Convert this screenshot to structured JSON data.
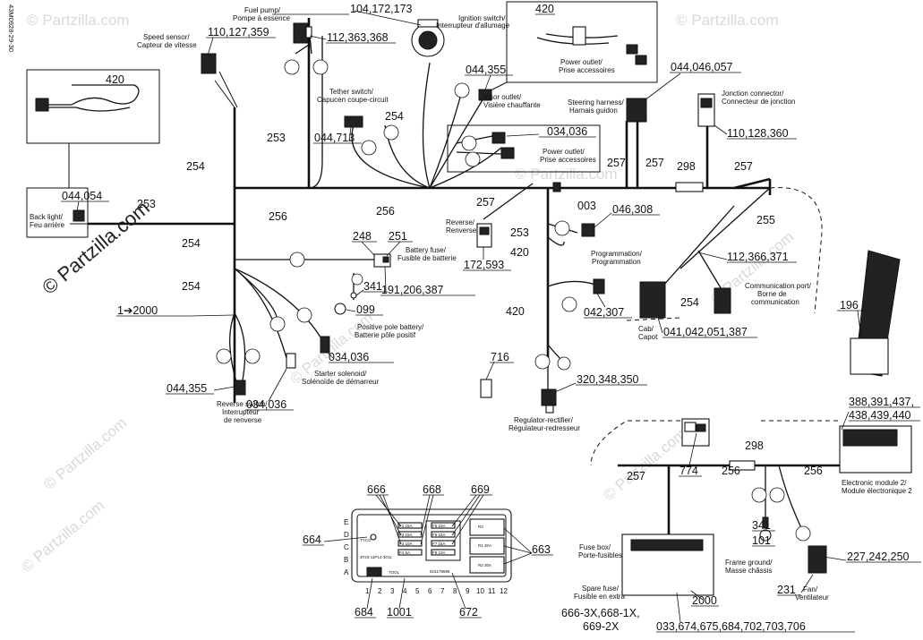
{
  "side_code": "43M0928-29-30",
  "watermarks": [
    "© Partzilla.com",
    "© Partzilla.com",
    "© Partzilla.com",
    "© Partzilla.com",
    "© Partzilla.com",
    "© Partzilla.com",
    "© Partzilla.com",
    "© Partzilla.com"
  ],
  "watermark_main": "© Partzilla.com",
  "part_numbers": {
    "speed": "110,127,359",
    "fuelpump_top": "104,172,173",
    "fuelpump": "112,363,368",
    "outlet_top": "420",
    "back_top": "420",
    "tether": "044,713",
    "visor": "044,355",
    "steer": "044,046,057",
    "junction": "110,128,360",
    "power2": "034,036",
    "backlight": "044,054",
    "r253a": "253",
    "r254a": "254",
    "r253b": "253",
    "r254b": "254",
    "r256a": "256",
    "r256b": "256",
    "r257a": "257",
    "r257b": "257",
    "r298": "298",
    "r257c": "257",
    "r003": "003",
    "r257d": "257",
    "r253c": "253",
    "r255": "255",
    "r046": "046,308",
    "r420b": "420",
    "r172": "172,593",
    "r254c": "254",
    "r248": "248",
    "r251": "251",
    "r191": "191,206,387",
    "r341": "341",
    "r099": "099",
    "r254d": "254",
    "r2000a": "1➔2000",
    "r112b": "112,366,371",
    "r254e": "254",
    "r042": "042,307",
    "r420c": "420",
    "r041": "041,042,051,387",
    "r196": "196",
    "r034b": "034,036",
    "r044c": "044,355",
    "r034c": "034,036",
    "r716": "716",
    "r320": "320,348,350",
    "r388": "388,391,437,",
    "r438": "438,439,440",
    "r298b": "298",
    "r257e": "257",
    "r774": "774",
    "r256c": "256",
    "r256d": "256",
    "r341b": "341",
    "r101": "101",
    "r227": "227,242,250",
    "r231": "231",
    "r2000b": "2000",
    "r033": "033,674,675,684,702,703,706",
    "r666": "666",
    "r668": "668",
    "r669": "669",
    "r664": "664",
    "r663": "663",
    "r684": "684",
    "r1001": "1001",
    "r672": "672",
    "r666x": "666-3X,668-1X,",
    "r669x": "669-2X"
  },
  "labels": {
    "speed": [
      "Speed sensor/",
      "Capteur de vitesse"
    ],
    "fuelpump": [
      "Fuel pump/",
      "Pompe à essence"
    ],
    "ignition": [
      "Ignition switch/",
      "Interrupteur d'allumage"
    ],
    "outlet1": [
      "Power outlet/",
      "Prise accessoires"
    ],
    "tether": [
      "Tether switch/",
      "Capucen coupe-circuit"
    ],
    "visor": [
      "Visor outlet/",
      "Visière chauffante"
    ],
    "steer": [
      "Steering harness/",
      "Harnais guidon"
    ],
    "junction": [
      "Jonction connector/",
      "Connecteur de jonction"
    ],
    "outlet2": [
      "Power outlet/",
      "Prise accessoires"
    ],
    "backlight": [
      "Back light/",
      "Feu arrière"
    ],
    "reverse": [
      "Reverse/",
      "Renverse"
    ],
    "battfuse": [
      "Battery fuse/",
      "Fusible de batterie"
    ],
    "programming": [
      "Programmation/",
      "Programmation"
    ],
    "posbatt": [
      "Positive pole battery/",
      "Batterie pôle positif"
    ],
    "commport": [
      "Communication port/",
      "Borne de",
      "communication"
    ],
    "cab": [
      "Cab/",
      "Capot"
    ],
    "starter": [
      "Starter solenoid/",
      "Solénoïde de démarreur"
    ],
    "revswitch": [
      "Reverse switch/",
      "Interrupteur",
      "de renverse"
    ],
    "regulator": [
      "Regulator-rectifier/",
      "Régulateur-redresseur"
    ],
    "electronic": [
      "Electronic module 2/",
      "Module électronique 2"
    ],
    "fusebox": [
      "Fuse box/",
      "Porte-fusibles"
    ],
    "spare": [
      "Spare fuse/",
      "Fusible en extra"
    ],
    "frameground": [
      "Frame ground/",
      "Masse châssis"
    ],
    "fan": [
      "Fan/",
      "Ventilateur"
    ]
  },
  "fusebox_detail": {
    "brand": "TYCO",
    "code": "4F23-11P14-3011",
    "serial": "515179886",
    "tool": "TOOL",
    "rows": [
      "E",
      "D",
      "C",
      "B",
      "A"
    ],
    "cols": [
      "1",
      "2",
      "3",
      "4",
      "5",
      "6",
      "7",
      "8",
      "9",
      "10",
      "11",
      "12"
    ],
    "fuses": [
      "F1 15A",
      "F2 15A",
      "F3 10A",
      "F4 5A",
      "F5 10A",
      "F6 15A",
      "F7 15A",
      "F8 10A"
    ],
    "relays": [
      "R1 30A",
      "R2 30A",
      "R3"
    ]
  }
}
